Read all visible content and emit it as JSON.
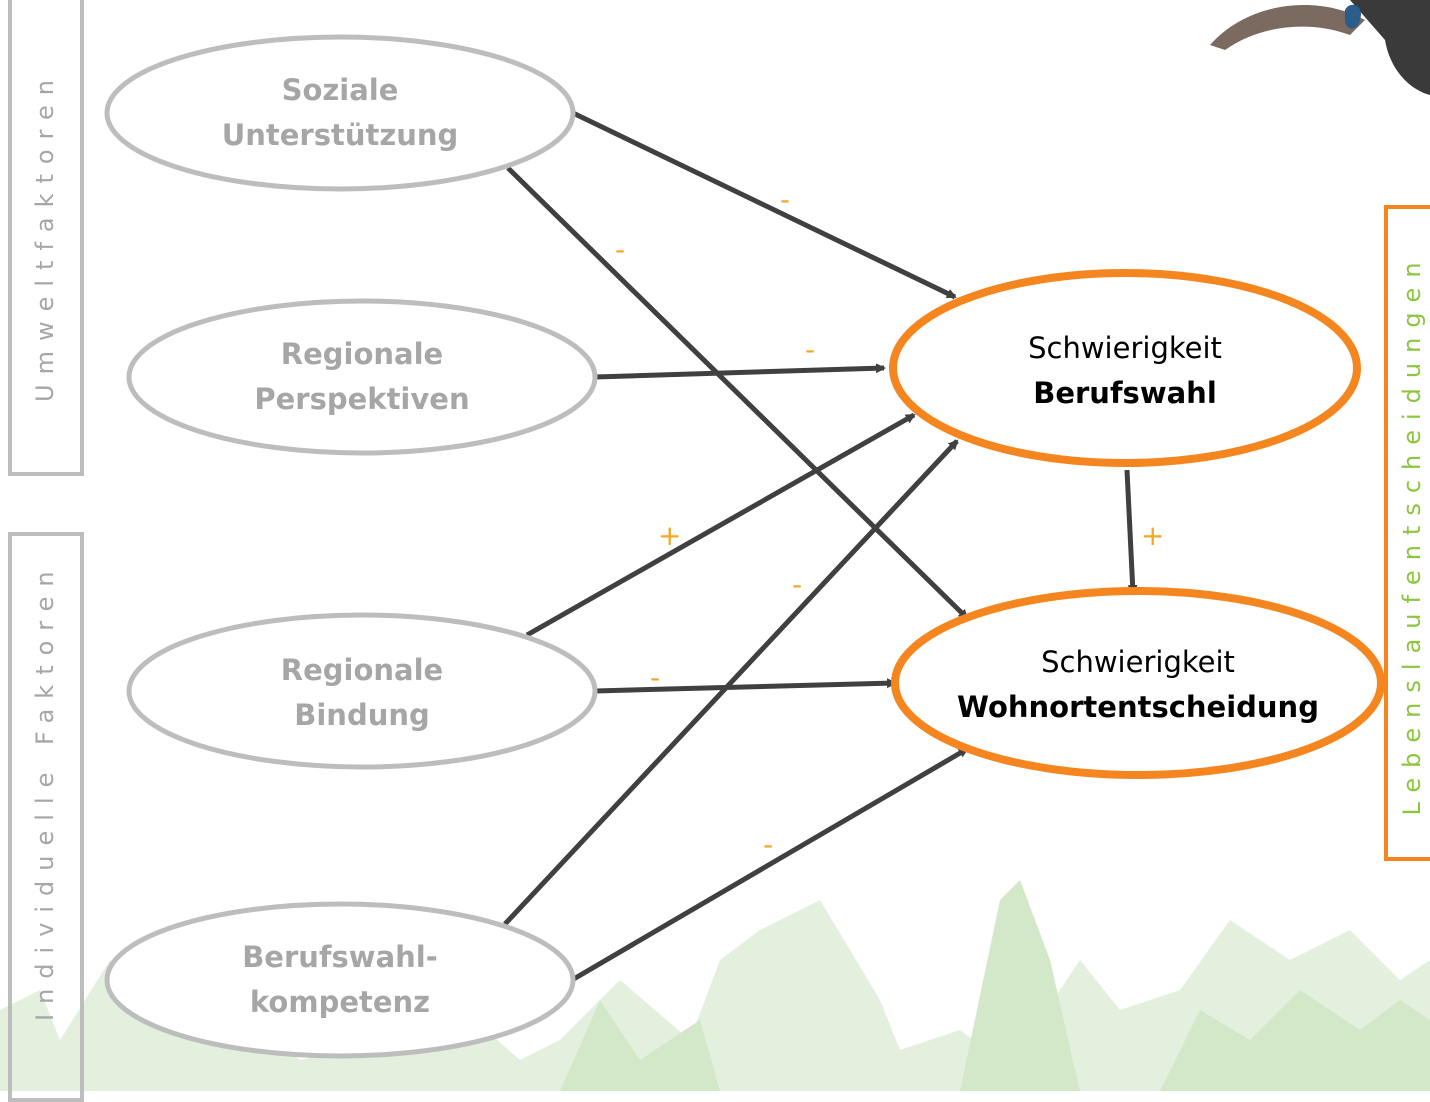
{
  "groups": {
    "environment": "Umweltfaktoren",
    "individual": "Individuelle Faktoren",
    "life_course": "Lebenslaufentscheidungen"
  },
  "nodes": {
    "social_support": {
      "line1": "Soziale",
      "line2": "Unterstützung"
    },
    "regional_perspectives": {
      "line1": "Regionale",
      "line2": "Perspektiven"
    },
    "regional_bond": {
      "line1": "Regionale",
      "line2": "Bindung"
    },
    "career_competence": {
      "line1": "Berufswahl-",
      "line2": "kompetenz"
    },
    "career_difficulty": {
      "line1": "Schwierigkeit",
      "line2": "Berufswahl"
    },
    "residence_difficulty": {
      "line1": "Schwierigkeit",
      "line2": "Wohnortentscheidung"
    }
  },
  "edges": [
    {
      "from": "social_support",
      "to": "career_difficulty",
      "sign": "-"
    },
    {
      "from": "social_support",
      "to": "residence_difficulty",
      "sign": "-"
    },
    {
      "from": "regional_perspectives",
      "to": "career_difficulty",
      "sign": "-"
    },
    {
      "from": "regional_bond",
      "to": "career_difficulty",
      "sign": "+"
    },
    {
      "from": "regional_bond",
      "to": "residence_difficulty",
      "sign": "-"
    },
    {
      "from": "career_competence",
      "to": "career_difficulty",
      "sign": "-"
    },
    {
      "from": "career_competence",
      "to": "residence_difficulty",
      "sign": "-"
    },
    {
      "from": "career_difficulty",
      "to": "residence_difficulty",
      "sign": "+"
    }
  ],
  "colors": {
    "accent": "#f5861f",
    "sign": "#f5a623",
    "grey": "#a6a6a6",
    "arrow": "#404040",
    "green_label": "#8cc63f",
    "foliage": "#d9ead3"
  }
}
